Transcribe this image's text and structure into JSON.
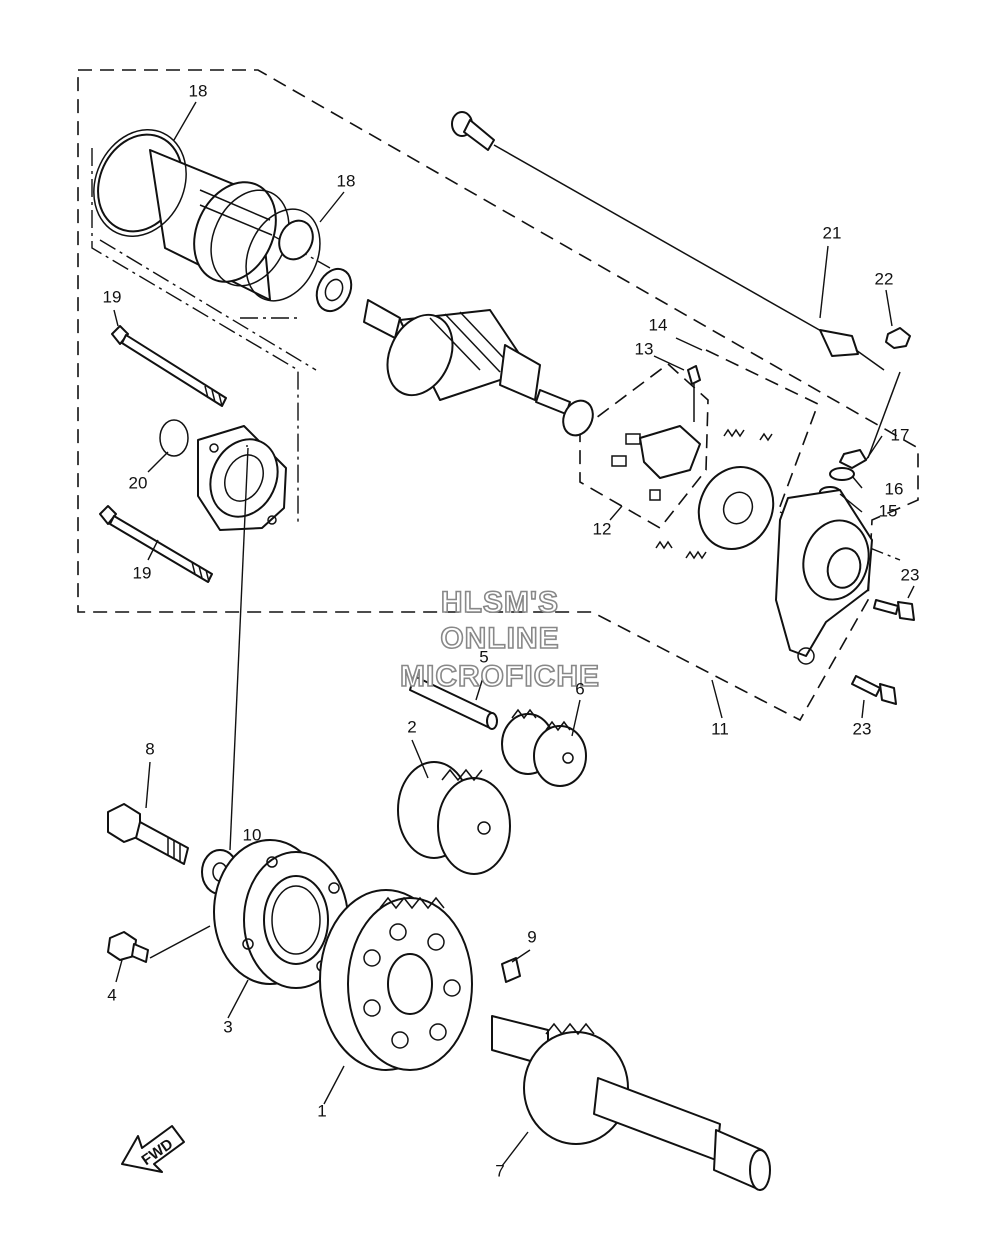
{
  "watermark": {
    "line1": "HLSM'S",
    "line2": "ONLINE",
    "line3": "MICROFICHE"
  },
  "direction_arrow": {
    "label": "FWD"
  },
  "callouts": [
    {
      "id": "c18a",
      "text": "18"
    },
    {
      "id": "c18b",
      "text": "18"
    },
    {
      "id": "c19a",
      "text": "19"
    },
    {
      "id": "c19b",
      "text": "19"
    },
    {
      "id": "c20",
      "text": "20"
    },
    {
      "id": "c21",
      "text": "21"
    },
    {
      "id": "c22",
      "text": "22"
    },
    {
      "id": "c14",
      "text": "14"
    },
    {
      "id": "c13",
      "text": "13"
    },
    {
      "id": "c12",
      "text": "12"
    },
    {
      "id": "c17",
      "text": "17"
    },
    {
      "id": "c16",
      "text": "16"
    },
    {
      "id": "c15",
      "text": "15"
    },
    {
      "id": "c23a",
      "text": "23"
    },
    {
      "id": "c23b",
      "text": "23"
    },
    {
      "id": "c11",
      "text": "11"
    },
    {
      "id": "c5",
      "text": "5"
    },
    {
      "id": "c6",
      "text": "6"
    },
    {
      "id": "c2",
      "text": "2"
    },
    {
      "id": "c8",
      "text": "8"
    },
    {
      "id": "c10",
      "text": "10"
    },
    {
      "id": "c4",
      "text": "4"
    },
    {
      "id": "c3",
      "text": "3"
    },
    {
      "id": "c9",
      "text": "9"
    },
    {
      "id": "c1",
      "text": "1"
    },
    {
      "id": "c7",
      "text": "7"
    }
  ]
}
